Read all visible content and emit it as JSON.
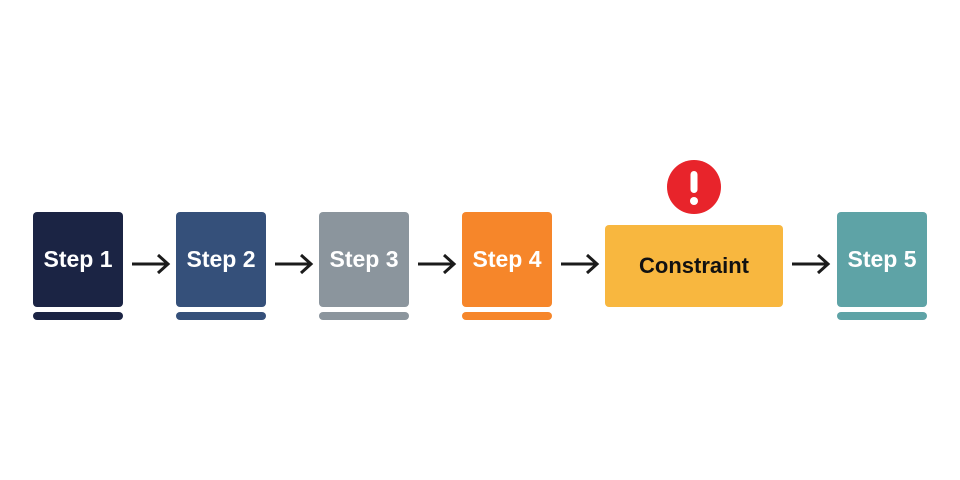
{
  "colors": {
    "step1": "#1b2444",
    "step2": "#35507a",
    "step3": "#8b959d",
    "step4": "#f6862a",
    "constraint": "#f8b73f",
    "step5": "#5ea3a6",
    "arrow": "#1b1b1b",
    "alert": "#e8242b"
  },
  "nodes": [
    {
      "label": "Step 1"
    },
    {
      "label": "Step 2"
    },
    {
      "label": "Step 3"
    },
    {
      "label": "Step 4"
    },
    {
      "label": "Constraint"
    },
    {
      "label": "Step 5"
    }
  ],
  "alert_icon": "exclamation-icon"
}
